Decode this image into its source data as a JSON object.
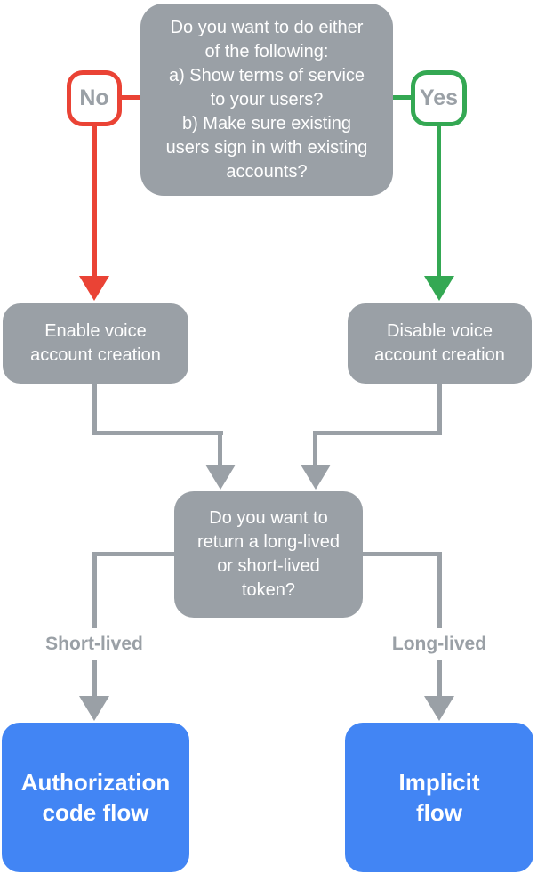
{
  "colors": {
    "background": "#FFFFFF",
    "box-gray": "#9AA0A6",
    "line-gray": "#9AA0A6",
    "red": "#EA4335",
    "green": "#34A853",
    "blue": "#4285F4",
    "label-text": "#9AA0A6"
  },
  "nodes": {
    "question_top": "Do you want to do either\nof the following:\na) Show terms of service\nto your users?\nb) Make sure existing\nusers sign in with existing\naccounts?",
    "no_label": "No",
    "yes_label": "Yes",
    "enable_voice": "Enable voice\naccount creation",
    "disable_voice": "Disable voice\naccount creation",
    "question_token": "Do you want to\nreturn a long-lived\nor short-lived\ntoken?",
    "short_lived_label": "Short-lived",
    "long_lived_label": "Long-lived",
    "auth_code_flow": "Authorization\ncode flow",
    "implicit_flow": "Implicit\nflow"
  }
}
